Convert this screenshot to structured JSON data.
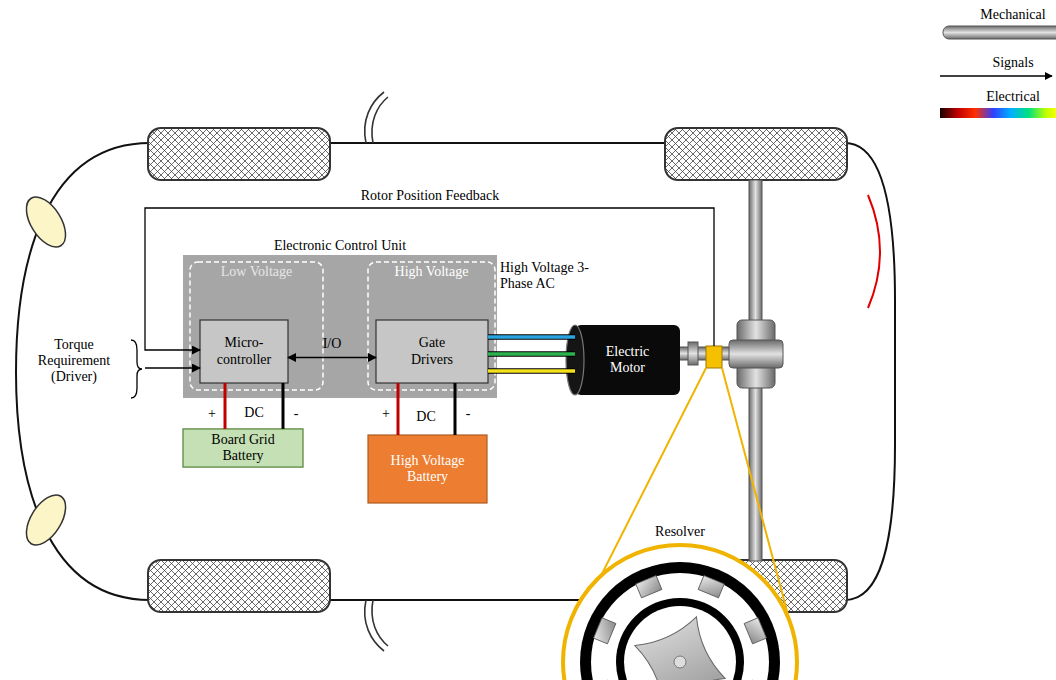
{
  "diagram": {
    "nodes": [
      {
        "text": [
          "Electronic Control Unit"
        ]
      },
      {
        "text": [
          "Low Voltage"
        ],
        "in": 0
      },
      {
        "text": [
          "Micro-controller"
        ],
        "in": 1
      },
      {
        "text": [
          "High Voltage"
        ],
        "in": 0
      },
      {
        "text": [
          "Gate Drivers"
        ],
        "in": 3
      },
      {
        "text": [
          "Board Grid Battery"
        ]
      },
      {
        "text": [
          "High Voltage Battery"
        ]
      },
      {
        "text": [
          "Electric Motor"
        ]
      },
      {
        "text": [
          "Resolver"
        ]
      }
    ],
    "edges": [
      {
        "from": 2,
        "to": 4,
        "arrow": "both",
        "label": "I/O"
      },
      {
        "from": 4,
        "to": 7,
        "arrow": "none",
        "label": "High Voltage 3-Phase AC"
      },
      {
        "from": 8,
        "to": 2,
        "arrow": "to",
        "label": "Rotor Position Feedback"
      },
      {
        "from": 5,
        "to": 2,
        "arrow": "none",
        "label": "DC"
      },
      {
        "from": 6,
        "to": 4,
        "arrow": "none",
        "label": "DC"
      }
    ],
    "labels": [
      "Torque Requirement (Driver)",
      "+",
      "-",
      "+",
      "-"
    ],
    "legend": [
      {
        "text": "Mechanical"
      },
      {
        "text": "Signals"
      },
      {
        "text": "Electrical"
      }
    ]
  }
}
